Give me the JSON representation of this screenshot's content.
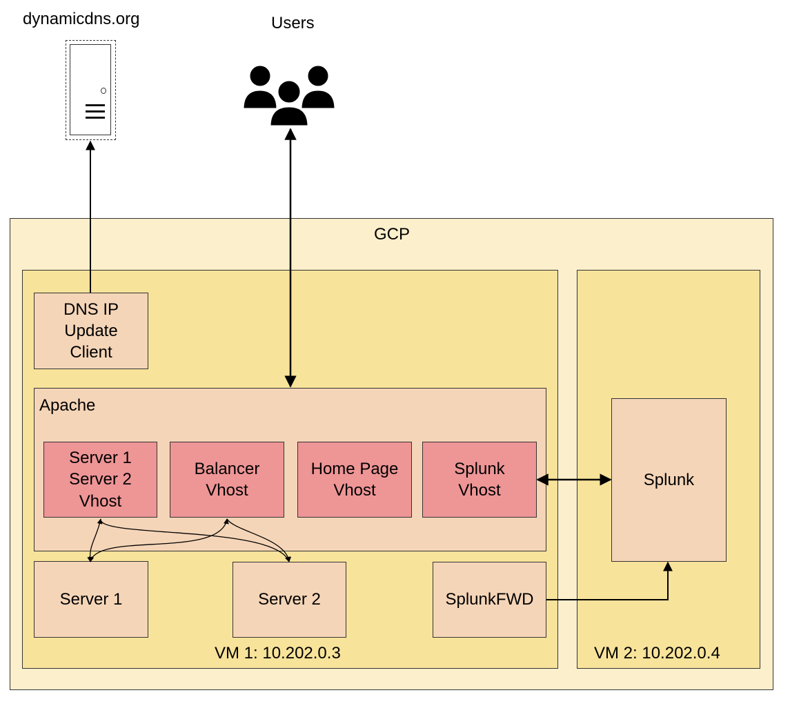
{
  "external": {
    "dns_provider_label": "dynamicdns.org",
    "server_icon": "server-tower-icon",
    "users_label": "Users",
    "users_icon": "users-group-icon"
  },
  "gcp": {
    "label": "GCP",
    "vm1": {
      "label": "VM 1:  10.202.0.3",
      "dns_client": "DNS IP\nUpdate\nClient",
      "apache": {
        "label": "Apache",
        "vhosts": [
          "Server 1\nServer 2\nVhost",
          "Balancer\nVhost",
          "Home Page\nVhost",
          "Splunk\nVhost"
        ]
      },
      "server1": "Server 1",
      "server2": "Server 2",
      "splunk_fwd": "SplunkFWD"
    },
    "vm2": {
      "label": "VM 2: 10.202.0.4",
      "splunk": "Splunk"
    }
  },
  "colors": {
    "gcp_fill": "#fcefcc",
    "vm_fill": "#f8e39a",
    "component_fill": "#f5d5b8",
    "vhost_fill": "#ee9596",
    "border": "#333333"
  }
}
